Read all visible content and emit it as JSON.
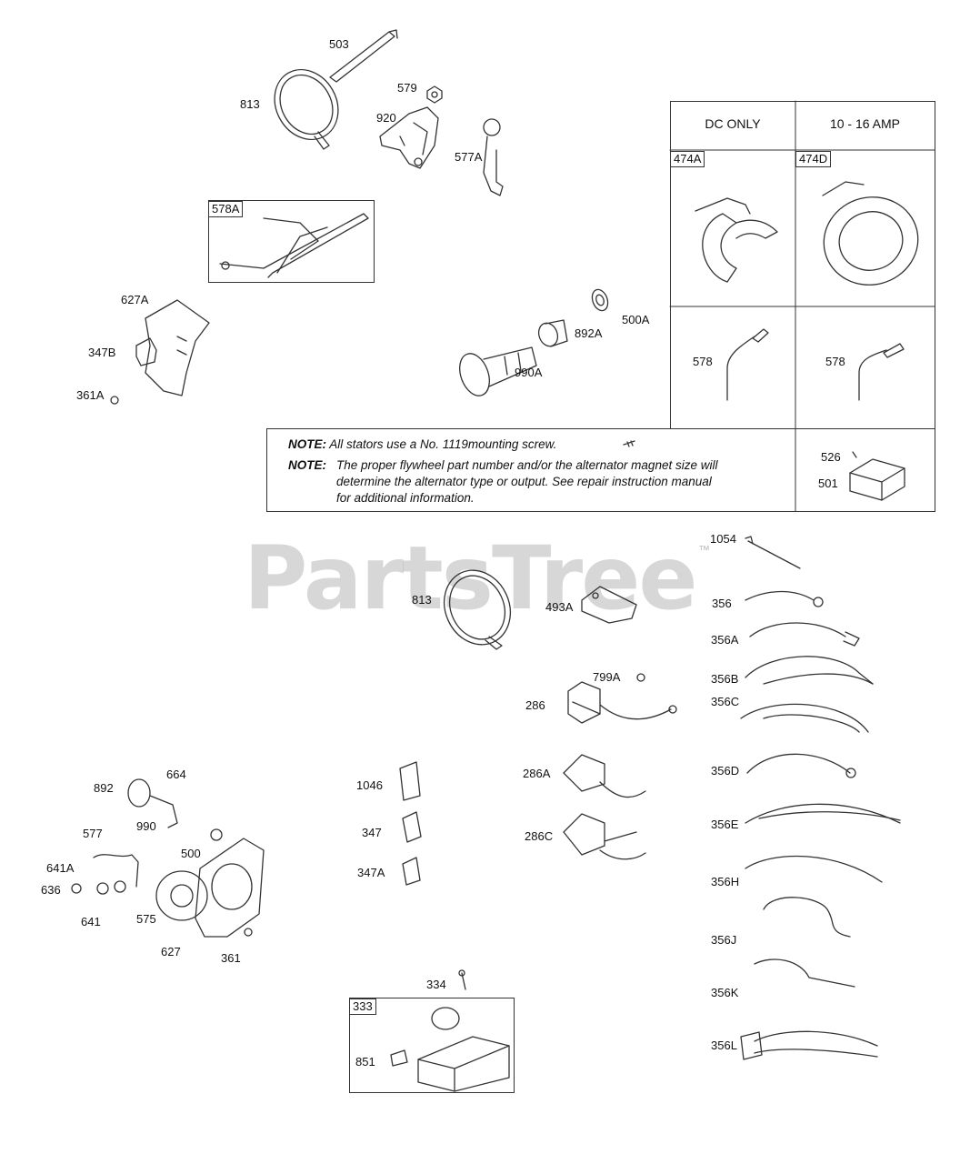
{
  "watermark": {
    "text": "PartsTree",
    "tm": "™"
  },
  "stator_table": {
    "col1_header": "DC ONLY",
    "col2_header": "10 - 16 AMP",
    "cell_474a": "474A",
    "cell_474d": "474D",
    "cell_578_left": "578",
    "cell_578_right": "578",
    "cell_526": "526",
    "cell_501": "501"
  },
  "note": {
    "label1": "NOTE:",
    "text1": "All stators use a No. 1119mounting screw.",
    "label2": "NOTE:",
    "text2_line1": "The proper flywheel part number and/or the alternator magnet size will",
    "text2_line2": "determine the alternator type or output. See repair instruction manual",
    "text2_line3": "for additional information."
  },
  "box_labels": {
    "b578a": "578A",
    "b333": "333"
  },
  "labels": {
    "p503": "503",
    "p813_top": "813",
    "p579": "579",
    "p920": "920",
    "p577a": "577A",
    "p627a": "627A",
    "p347b": "347B",
    "p361a": "361A",
    "p500a": "500A",
    "p892a": "892A",
    "p990a": "990A",
    "p1054": "1054",
    "p356": "356",
    "p356a": "356A",
    "p356b": "356B",
    "p356c": "356C",
    "p356d": "356D",
    "p356e": "356E",
    "p356h": "356H",
    "p356j": "356J",
    "p356k": "356K",
    "p356l": "356L",
    "p813_mid": "813",
    "p493a": "493A",
    "p799a": "799A",
    "p286": "286",
    "p286a": "286A",
    "p286c": "286C",
    "p1046": "1046",
    "p347": "347",
    "p347a": "347A",
    "p892": "892",
    "p664": "664",
    "p990": "990",
    "p577": "577",
    "p500": "500",
    "p641a": "641A",
    "p636": "636",
    "p641": "641",
    "p575": "575",
    "p627": "627",
    "p361": "361",
    "p334": "334",
    "p851": "851"
  }
}
